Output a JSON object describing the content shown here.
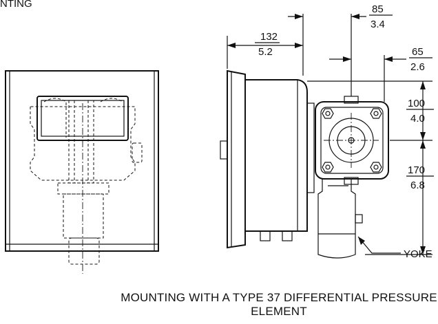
{
  "header": {
    "fragment": "NTING"
  },
  "dimensions": {
    "d132": {
      "mm": "132",
      "in": "5.2"
    },
    "d85": {
      "mm": "85",
      "in": "3.4"
    },
    "d65": {
      "mm": "65",
      "in": "2.6"
    },
    "d100": {
      "mm": "100",
      "in": "4.0"
    },
    "d170": {
      "mm": "170",
      "in": "6.8"
    }
  },
  "callouts": {
    "yoke": "YOKE"
  },
  "caption": {
    "line1": "MOUNTING WITH A TYPE 37 DIFFERENTIAL PRESSURE",
    "line2": "ELEMENT"
  }
}
